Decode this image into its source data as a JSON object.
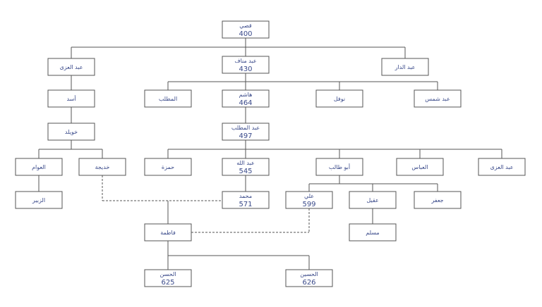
{
  "nodes": [
    {
      "id": "qusay",
      "name": "قصي",
      "year": "400"
    },
    {
      "id": "abd_uzza_1",
      "name": "عبد العزى",
      "year": ""
    },
    {
      "id": "abd_manaf",
      "name": "عبد مناف",
      "year": "430"
    },
    {
      "id": "abd_dar",
      "name": "عبد الدار",
      "year": ""
    },
    {
      "id": "asad",
      "name": "أسد",
      "year": ""
    },
    {
      "id": "muttalib",
      "name": "المطلب",
      "year": ""
    },
    {
      "id": "hashim",
      "name": "هاشم",
      "year": "464"
    },
    {
      "id": "nawfal",
      "name": "نوفل",
      "year": ""
    },
    {
      "id": "abd_shams",
      "name": "عبد شمس",
      "year": ""
    },
    {
      "id": "khuwaylid",
      "name": "خويلد",
      "year": ""
    },
    {
      "id": "abd_muttalib",
      "name": "عبد المطلب",
      "year": "497"
    },
    {
      "id": "awwam",
      "name": "العوام",
      "year": ""
    },
    {
      "id": "khadija",
      "name": "خديجة",
      "year": ""
    },
    {
      "id": "hamza",
      "name": "حمزة",
      "year": ""
    },
    {
      "id": "abdullah",
      "name": "عبد الله",
      "year": "545"
    },
    {
      "id": "abu_talib",
      "name": "أبو طالب",
      "year": ""
    },
    {
      "id": "abbas",
      "name": "العباس",
      "year": ""
    },
    {
      "id": "abd_uzza_2",
      "name": "عبد العزى",
      "year": ""
    },
    {
      "id": "zubayr",
      "name": "الزبير",
      "year": ""
    },
    {
      "id": "muhammad",
      "name": "محمد",
      "year": "571"
    },
    {
      "id": "ali",
      "name": "علي",
      "year": "599"
    },
    {
      "id": "aqil",
      "name": "عقيل",
      "year": ""
    },
    {
      "id": "jafar",
      "name": "جعفر",
      "year": ""
    },
    {
      "id": "muslim",
      "name": "مسلم",
      "year": ""
    },
    {
      "id": "fatima",
      "name": "فاطمة",
      "year": ""
    },
    {
      "id": "hasan",
      "name": "الحسن",
      "year": "625"
    },
    {
      "id": "husayn",
      "name": "الحسين",
      "year": "626"
    }
  ],
  "children": [
    {
      "parent": "qusay",
      "kids": [
        "abd_uzza_1",
        "abd_manaf",
        "abd_dar"
      ]
    },
    {
      "parent": "abd_uzza_1",
      "kids": [
        "asad"
      ]
    },
    {
      "parent": "abd_manaf",
      "kids": [
        "muttalib",
        "hashim",
        "nawfal",
        "abd_shams"
      ]
    },
    {
      "parent": "asad",
      "kids": [
        "khuwaylid"
      ]
    },
    {
      "parent": "hashim",
      "kids": [
        "abd_muttalib"
      ]
    },
    {
      "parent": "khuwaylid",
      "kids": [
        "awwam",
        "khadija"
      ]
    },
    {
      "parent": "abd_muttalib",
      "kids": [
        "hamza",
        "abdullah",
        "abu_talib",
        "abbas",
        "abd_uzza_2"
      ]
    },
    {
      "parent": "awwam",
      "kids": [
        "zubayr"
      ]
    },
    {
      "parent": "abdullah",
      "kids": [
        "muhammad"
      ]
    },
    {
      "parent": "abu_talib",
      "kids": [
        "ali",
        "aqil",
        "jafar"
      ]
    },
    {
      "parent": "aqil",
      "kids": [
        "muslim"
      ]
    },
    {
      "parent": "fatima",
      "kids": [
        "hasan",
        "husayn"
      ]
    }
  ],
  "marriages": [
    {
      "a": "khadija",
      "b": "muhammad",
      "child": "fatima"
    },
    {
      "a": "fatima",
      "b": "ali"
    }
  ]
}
